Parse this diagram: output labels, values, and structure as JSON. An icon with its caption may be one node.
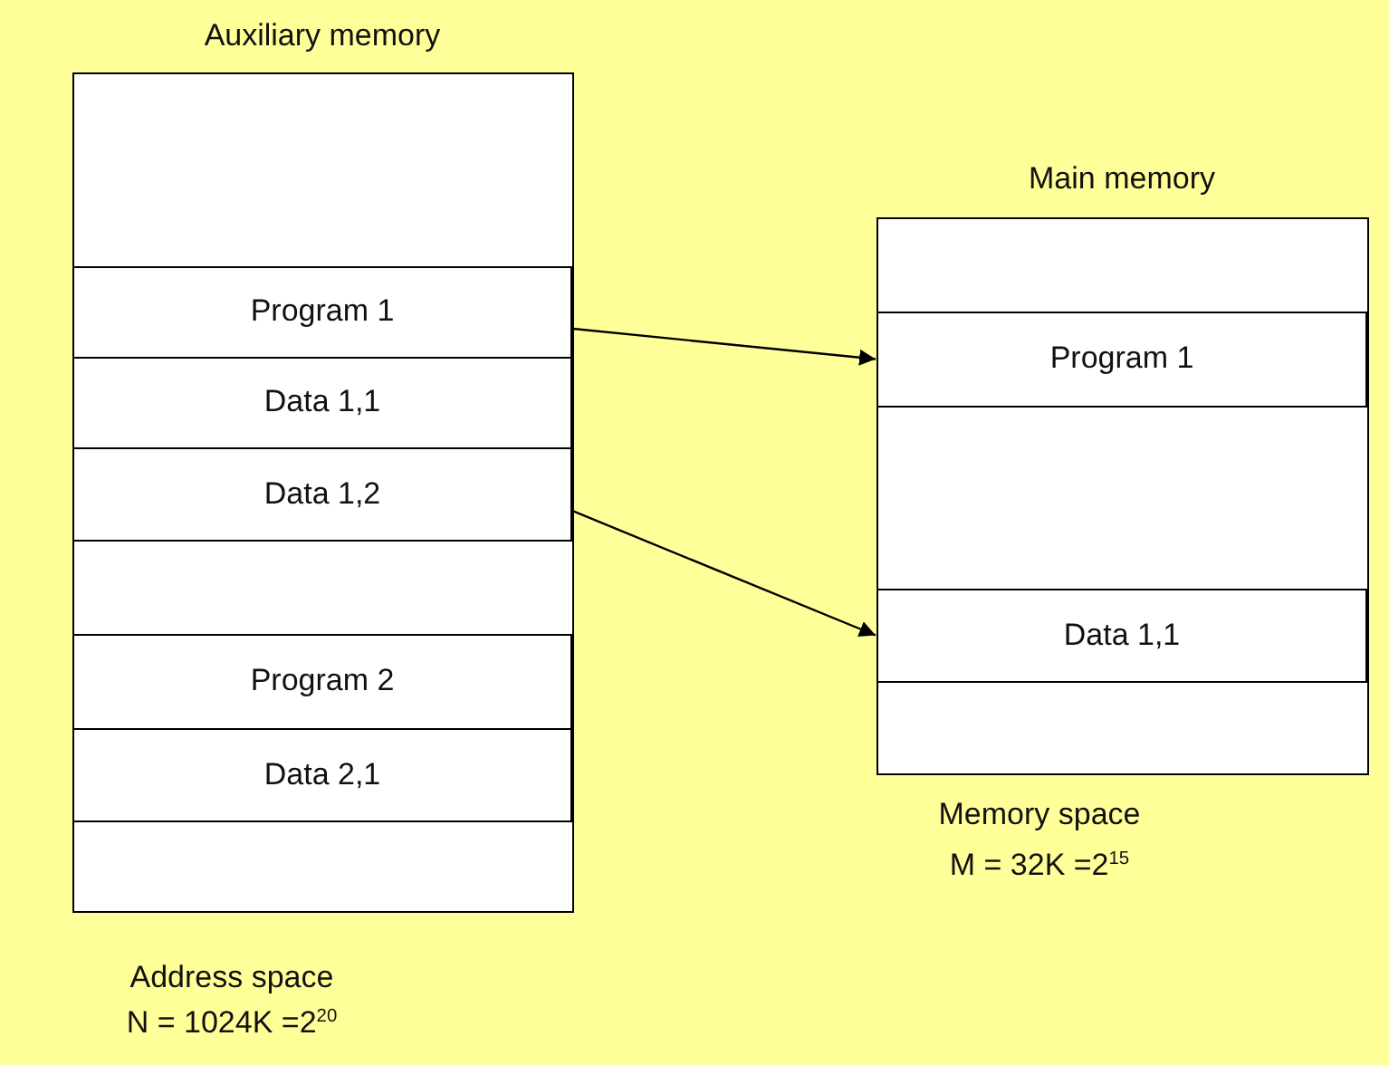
{
  "diagram": {
    "nodes": [
      {
        "text": [
          "Auxiliary memory"
        ],
        "beside": [
          "Address space",
          "N = 1024K =2$^{20}$"
        ]
      },
      {
        "text": [],
        "shape": "box",
        "in": 0
      },
      {
        "text": [
          "Program 1"
        ],
        "in": 0
      },
      {
        "text": [
          "Data 1,1"
        ],
        "in": 0
      },
      {
        "text": [
          "Data 1,2"
        ],
        "in": 0
      },
      {
        "text": [],
        "shape": "box",
        "in": 0
      },
      {
        "text": [
          "Program 2"
        ],
        "in": 0
      },
      {
        "text": [
          "Data 2,1"
        ],
        "in": 0
      },
      {
        "text": [],
        "shape": "box",
        "in": 0
      },
      {
        "text": [
          "Main memory"
        ],
        "beside": [
          "Memory space",
          "M = 32K =2$^{15}$"
        ]
      },
      {
        "text": [],
        "shape": "box",
        "in": 9
      },
      {
        "text": [
          "Program 1"
        ],
        "in": 9
      },
      {
        "text": [],
        "shape": "box",
        "in": 9
      },
      {
        "text": [
          "Data 1,1"
        ],
        "in": 9
      },
      {
        "text": [],
        "shape": "box",
        "in": 9
      }
    ],
    "edges": [
      {
        "from": 2,
        "to": 11,
        "arrow": "to"
      },
      {
        "from": 4,
        "to": 13,
        "arrow": "to"
      }
    ]
  }
}
